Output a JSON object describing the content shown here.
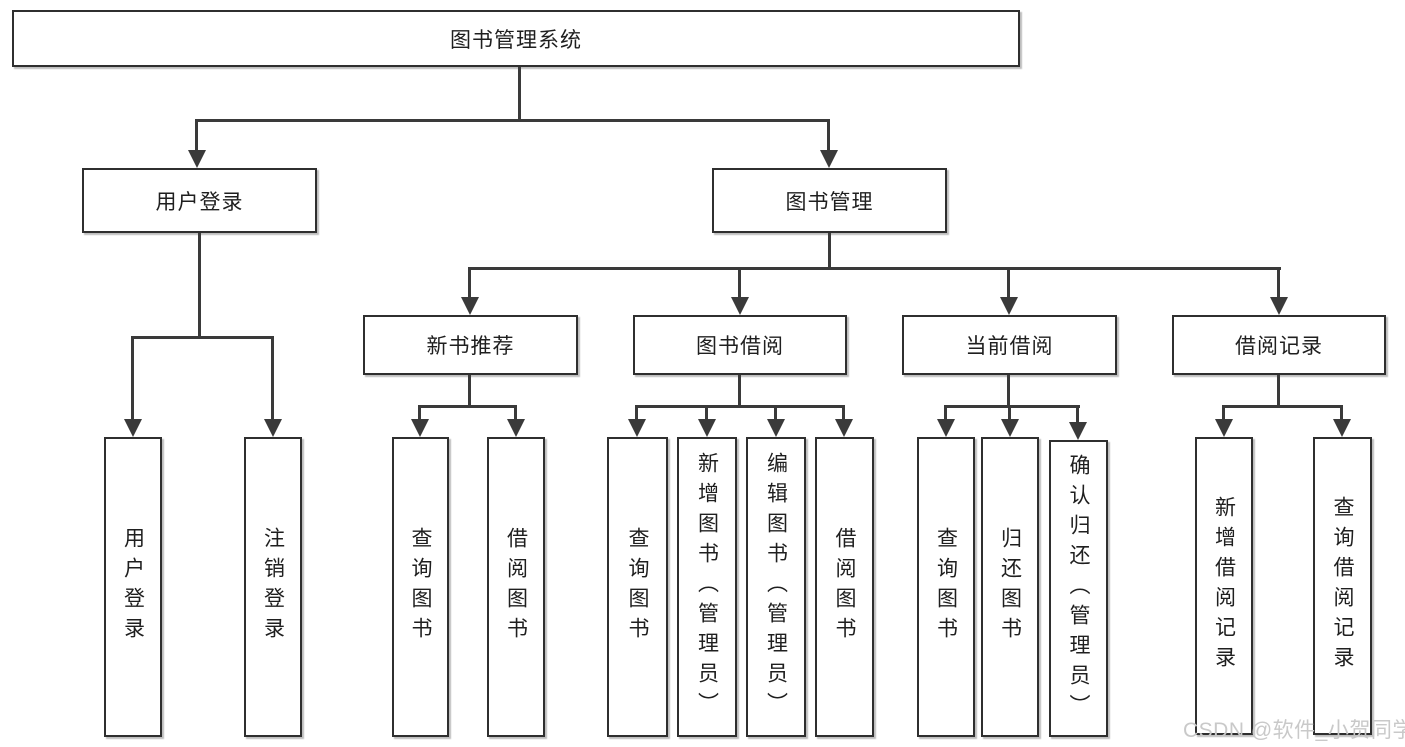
{
  "tree": {
    "label": "图书管理系统",
    "children": [
      {
        "label": "用户登录",
        "children": [
          {
            "label": "用户登录"
          },
          {
            "label": "注销登录"
          }
        ]
      },
      {
        "label": "图书管理",
        "children": [
          {
            "label": "新书推荐",
            "children": [
              {
                "label": "查询图书"
              },
              {
                "label": "借阅图书"
              }
            ]
          },
          {
            "label": "图书借阅",
            "children": [
              {
                "label": "查询图书"
              },
              {
                "label": "新增图书（管理员）"
              },
              {
                "label": "编辑图书（管理员）"
              },
              {
                "label": "借阅图书"
              }
            ]
          },
          {
            "label": "当前借阅",
            "children": [
              {
                "label": "查询图书"
              },
              {
                "label": "归还图书"
              },
              {
                "label": "确认归还（管理员）"
              }
            ]
          },
          {
            "label": "借阅记录",
            "children": [
              {
                "label": "新增借阅记录"
              },
              {
                "label": "查询借阅记录"
              }
            ]
          }
        ]
      }
    ]
  },
  "watermark": {
    "text": "CSDN @软件_小贺同学"
  },
  "colors": {
    "line": "#3a3a3a",
    "box_border": "#2f2f2f",
    "text": "#1f1f1f",
    "watermark": "#c9c9c9",
    "background": "#ffffff"
  }
}
